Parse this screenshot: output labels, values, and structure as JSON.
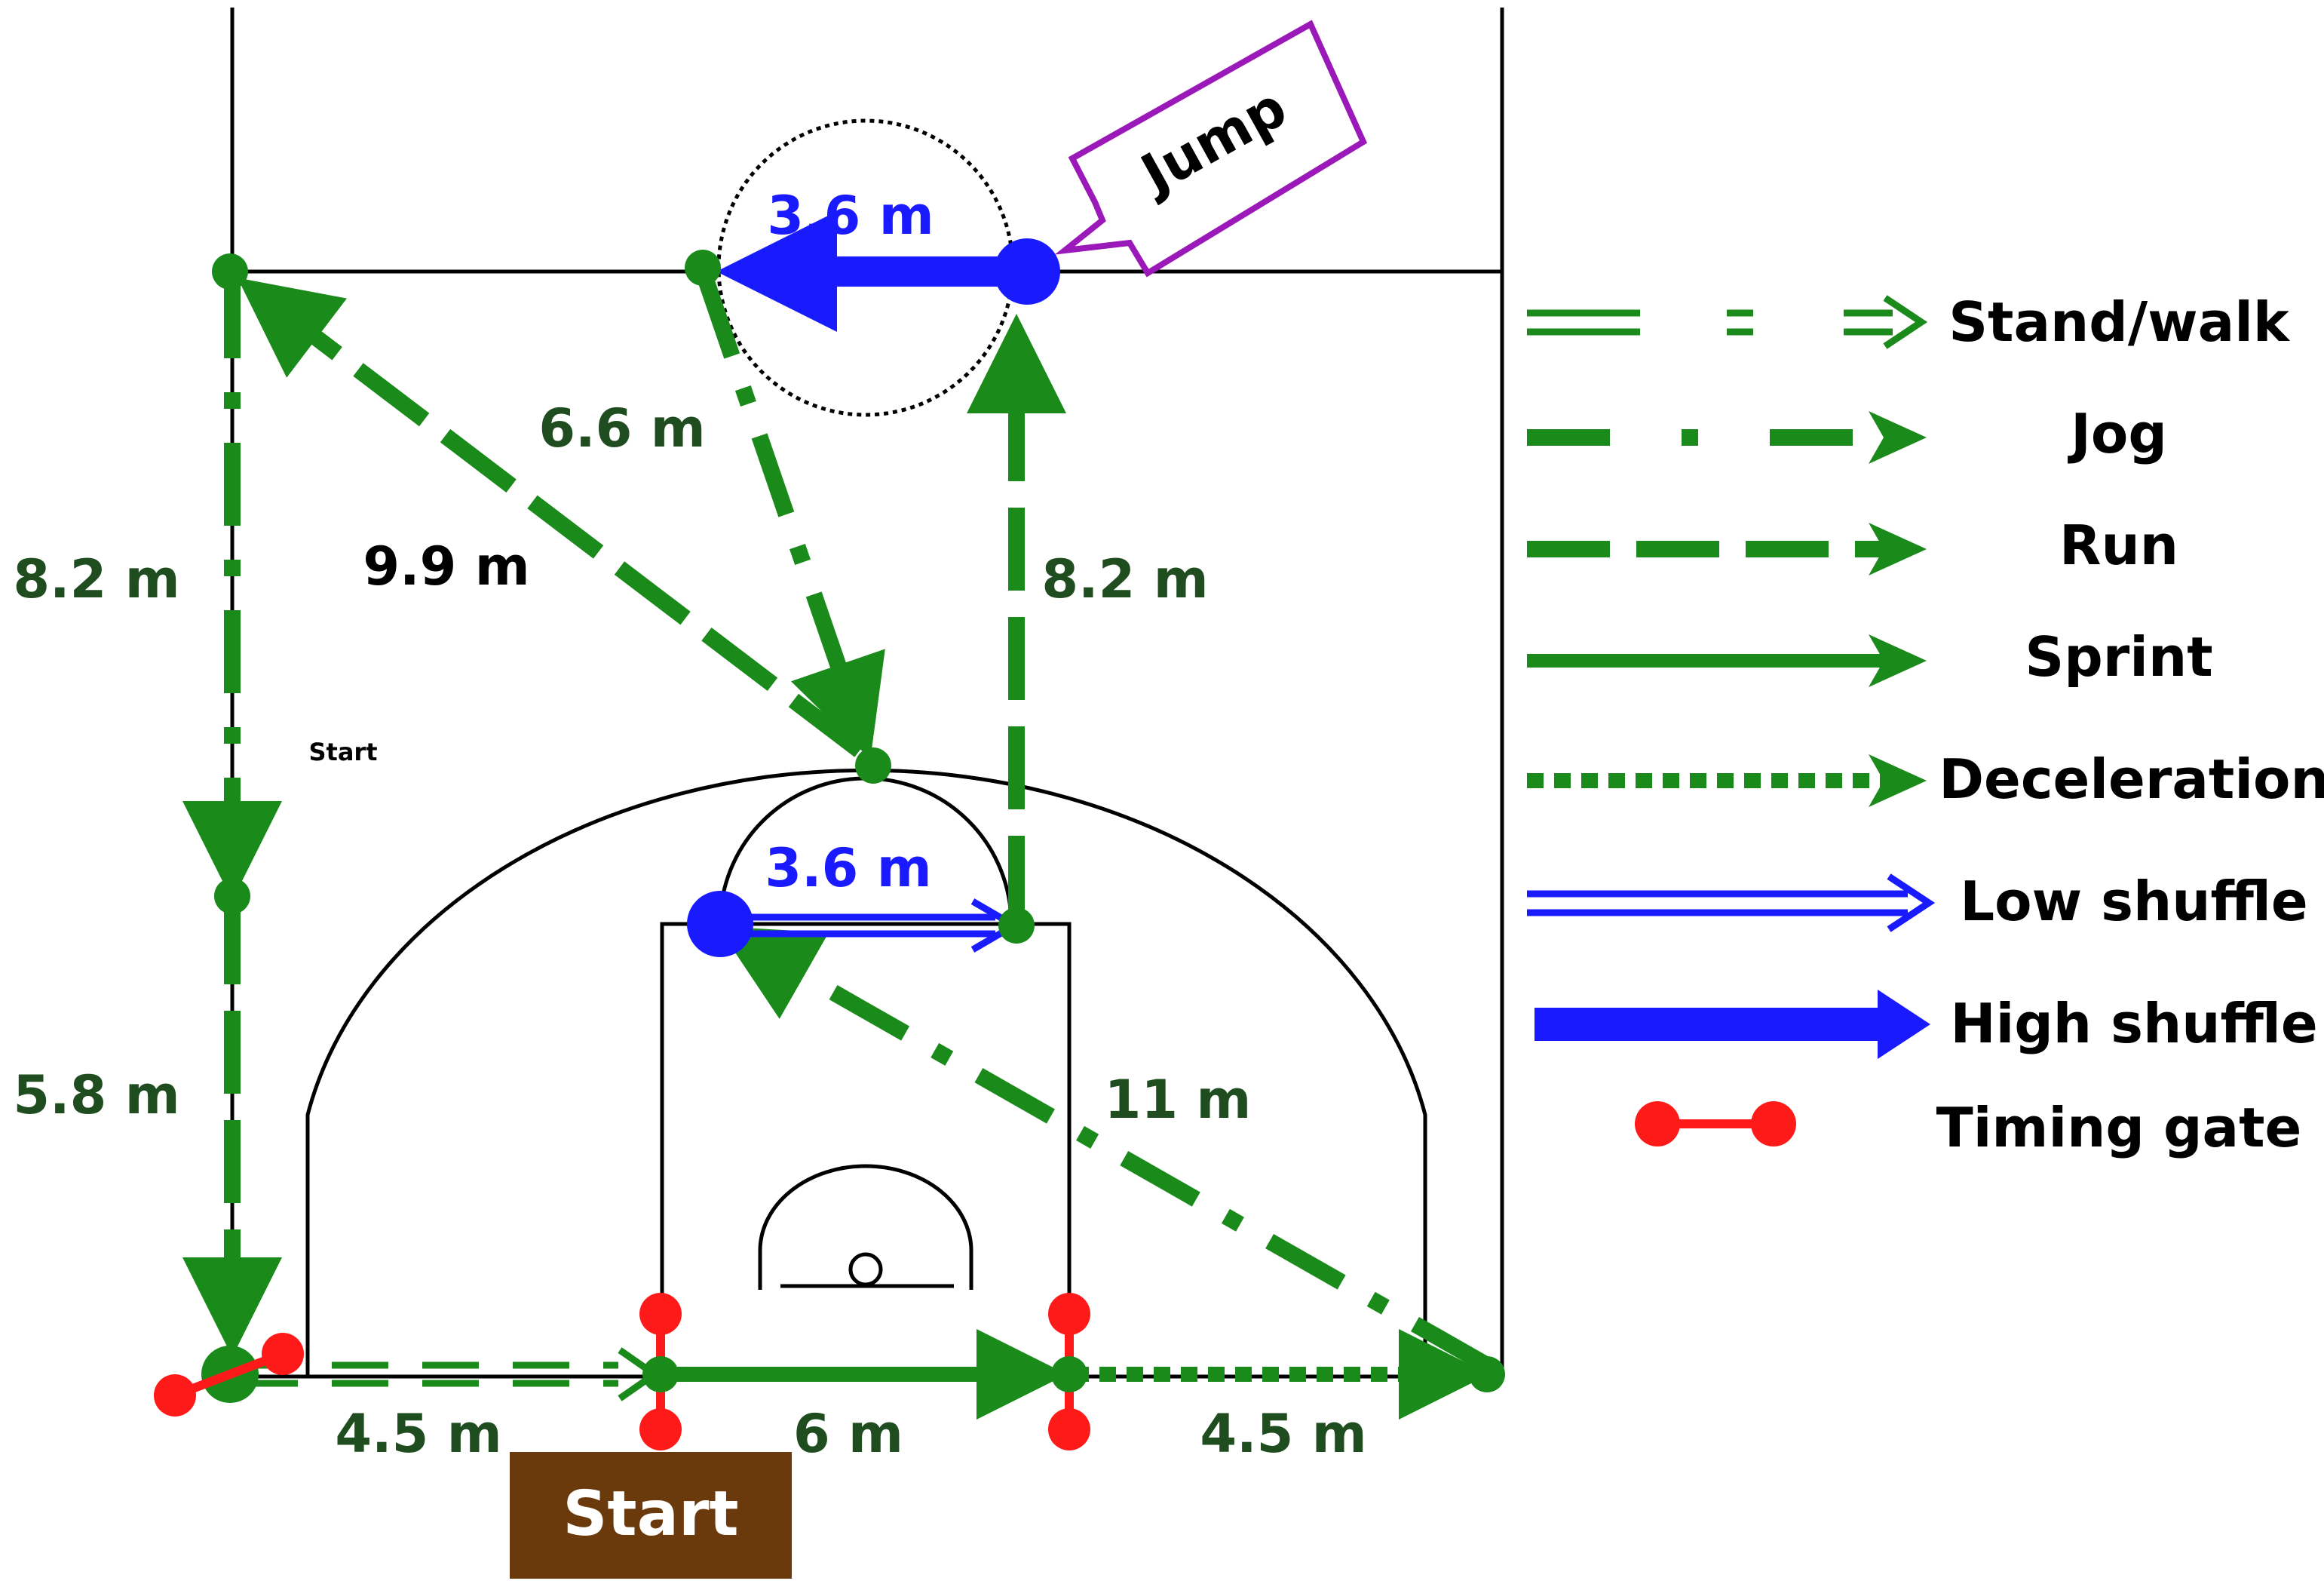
{
  "colors": {
    "path_green": "#1a8a1a",
    "label_green": "#1f4d1f",
    "shuffle_blue": "#1a1aff",
    "gate_red": "#ff1a1a",
    "jump_purple": "#9b19b8",
    "start_brown": "#6b3a0c"
  },
  "distances": {
    "top_shuffle": "3.6 m",
    "jog_to_free_throw": "6.6 m",
    "diagonal_run": "9.9 m",
    "left_upper": "8.2 m",
    "right_upper": "8.2 m",
    "left_lower": "5.8 m",
    "low_shuffle": "3.6 m",
    "diagonal_jog": "11 m",
    "baseline_left": "4.5 m",
    "baseline_mid": "6 m",
    "baseline_right": "4.5 m"
  },
  "labels": {
    "jump": "Jump",
    "start_box": "Start",
    "start_small": "Start"
  },
  "legend": {
    "stand_walk": "Stand/walk",
    "jog": "Jog",
    "run": "Run",
    "sprint": "Sprint",
    "deceleration": "Deceleration",
    "low_shuffle": "Low shuffle",
    "high_shuffle": "High shuffle",
    "timing_gate": "Timing gate"
  }
}
